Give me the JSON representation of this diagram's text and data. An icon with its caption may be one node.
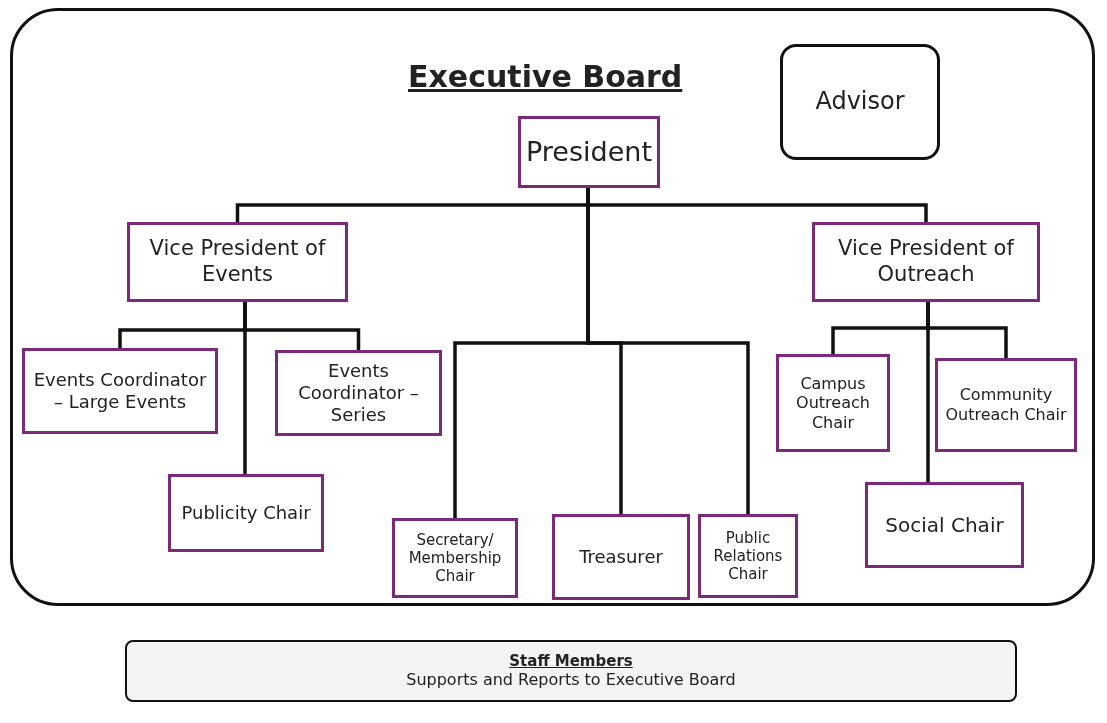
{
  "diagram": {
    "nodes": [
      {
        "text": [
          "Executive Board"
        ]
      },
      {
        "text": [
          "Advisor"
        ],
        "in": 0
      },
      {
        "text": [
          "President"
        ],
        "in": 0
      },
      {
        "text": [
          "Vice President of Events"
        ],
        "in": 0
      },
      {
        "text": [
          "Vice President of Outreach"
        ],
        "in": 0
      },
      {
        "text": [
          "Events Coordinator – Large Events"
        ],
        "in": 0
      },
      {
        "text": [
          "Events Coordinator – Series"
        ],
        "in": 0
      },
      {
        "text": [
          "Publicity Chair"
        ],
        "in": 0
      },
      {
        "text": [
          "Secretary/ Membership Chair"
        ],
        "in": 0
      },
      {
        "text": [
          "Treasurer"
        ],
        "in": 0
      },
      {
        "text": [
          "Public Relations Chair"
        ],
        "in": 0
      },
      {
        "text": [
          "Campus Outreach Chair"
        ],
        "in": 0
      },
      {
        "text": [
          "Community Outreach Chair"
        ],
        "in": 0
      },
      {
        "text": [
          "Social Chair"
        ],
        "in": 0
      },
      {
        "text": [
          "Staff Members",
          "Supports and Reports to Executive Board"
        ]
      }
    ],
    "edges": [
      {
        "from": 2,
        "to": 3,
        "arrow": "none"
      },
      {
        "from": 2,
        "to": 4,
        "arrow": "none"
      },
      {
        "from": 2,
        "to": 8,
        "arrow": "none"
      },
      {
        "from": 2,
        "to": 9,
        "arrow": "none"
      },
      {
        "from": 2,
        "to": 10,
        "arrow": "none"
      },
      {
        "from": 3,
        "to": 5,
        "arrow": "none"
      },
      {
        "from": 3,
        "to": 6,
        "arrow": "none"
      },
      {
        "from": 3,
        "to": 7,
        "arrow": "none"
      },
      {
        "from": 4,
        "to": 11,
        "arrow": "none"
      },
      {
        "from": 4,
        "to": 12,
        "arrow": "none"
      },
      {
        "from": 4,
        "to": 13,
        "arrow": "none"
      }
    ]
  }
}
